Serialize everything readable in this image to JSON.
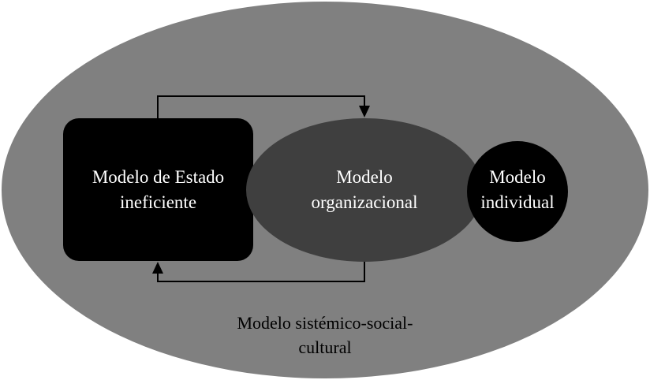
{
  "diagram": {
    "outer": {
      "label_line1": "Modelo sistémico-social-",
      "label_line2": "cultural"
    },
    "state": {
      "label_line1": "Modelo de Estado",
      "label_line2": "ineficiente"
    },
    "organizational": {
      "label_line1": "Modelo",
      "label_line2": "organizacional"
    },
    "individual": {
      "label_line1": "Modelo",
      "label_line2": "individual"
    },
    "colors": {
      "outer": "#808080",
      "state": "#000000",
      "organizational": "#3f3f3f",
      "individual": "#000000",
      "text_light": "#ffffff",
      "text_dark": "#000000"
    },
    "arrows": [
      {
        "from": "state",
        "to": "organizational",
        "route": "top"
      },
      {
        "from": "organizational",
        "to": "state",
        "route": "bottom"
      }
    ]
  }
}
